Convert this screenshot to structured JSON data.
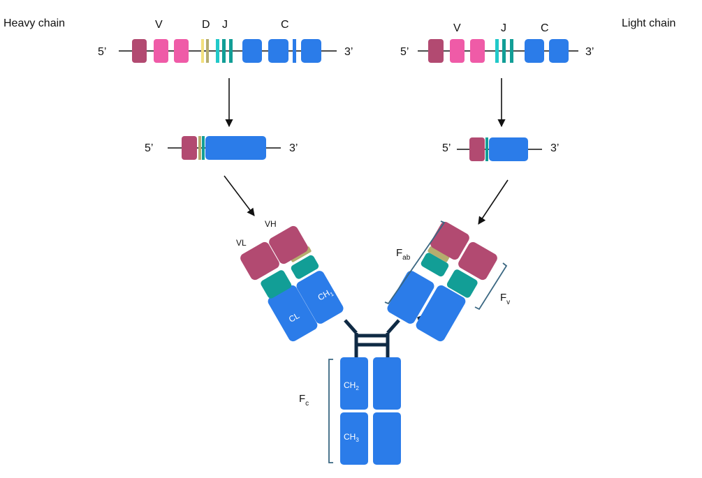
{
  "labels": {
    "heavy_chain": "Heavy chain",
    "light_chain": "Light chain",
    "five_prime": "5’",
    "three_prime": "3’",
    "seg_v": "V",
    "seg_d": "D",
    "seg_j": "J",
    "seg_c": "C"
  },
  "antibody": {
    "vl": "VL",
    "vh": "VH",
    "cl": "CL",
    "ch": "CH",
    "sub1": "1",
    "sub2": "2",
    "sub3": "3",
    "f": "F",
    "ab": "ab",
    "v": "v",
    "c": "c"
  },
  "colors": {
    "variable_domain": "#b24a71",
    "v_segment": "#ef5ba7",
    "d_segment_light": "#f2e07e",
    "d_segment": "#b5ad6e",
    "j_segment_light": "#21c9c9",
    "j_segment": "#129e96",
    "constant_domain": "#2b7ce9",
    "hinge": "#0f2a44"
  }
}
